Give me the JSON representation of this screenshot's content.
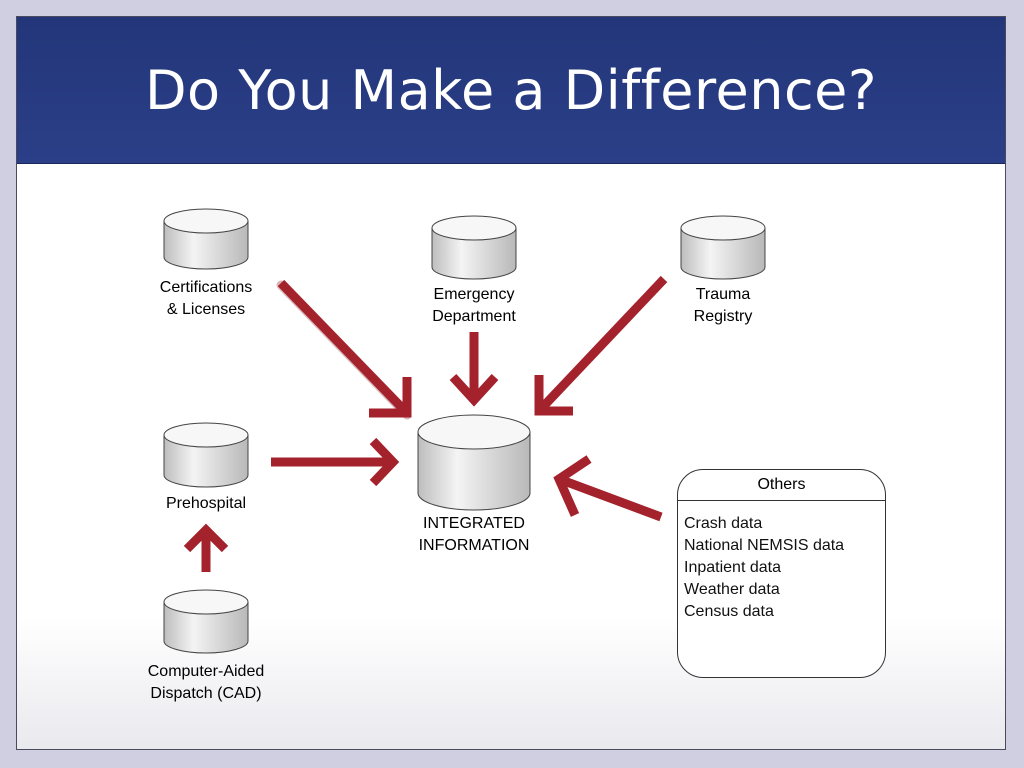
{
  "title": "Do You Make a Difference?",
  "colors": {
    "title_bar": "#2b3f88",
    "arrow": "#a3222c",
    "database": "#e6e6e6"
  },
  "nodes": {
    "certifications": {
      "line1": "Certifications",
      "line2": "& Licenses"
    },
    "emergency": {
      "line1": "Emergency",
      "line2": "Department"
    },
    "trauma": {
      "line1": "Trauma",
      "line2": "Registry"
    },
    "prehospital": {
      "line1": "Prehospital"
    },
    "integrated": {
      "line1": "INTEGRATED",
      "line2": "INFORMATION"
    },
    "cad": {
      "line1": "Computer-Aided",
      "line2": "Dispatch (CAD)"
    }
  },
  "others": {
    "heading": "Others",
    "items": [
      "Crash data",
      "National NEMSIS data",
      "Inpatient data",
      "Weather data",
      "Census data"
    ]
  }
}
